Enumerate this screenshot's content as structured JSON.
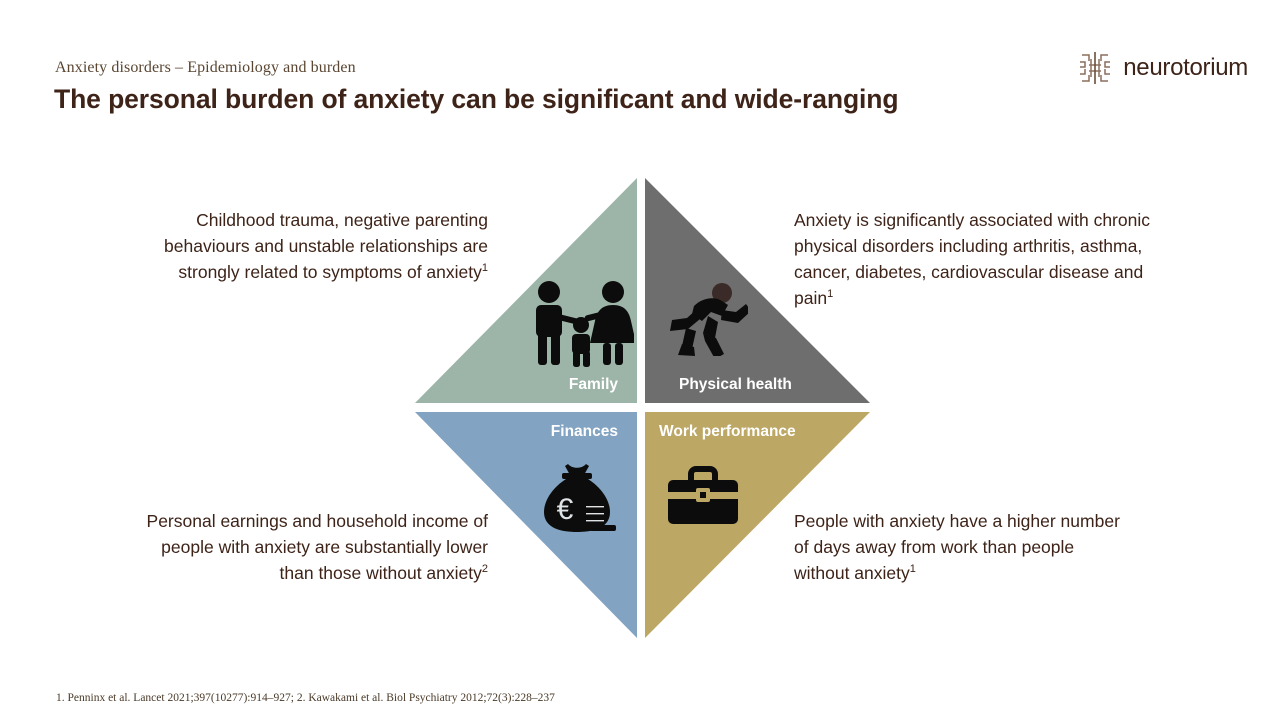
{
  "header": {
    "eyebrow": "Anxiety disorders – Epidemiology and burden",
    "title": "The personal burden of anxiety can be significant and wide-ranging"
  },
  "logo": {
    "text": "neurotorium",
    "mark_name": "neurotorium-maze-icon"
  },
  "diagram": {
    "quadrants": [
      {
        "id": "family",
        "label": "Family",
        "color": "#9cb5a8",
        "icon": "family-icon",
        "body": "Childhood trauma, negative parenting behaviours and unstable relationships are strongly related to symptoms of anxiety",
        "reference": "1"
      },
      {
        "id": "physical-health",
        "label": "Physical health",
        "color": "#6e6e6e",
        "icon": "running-person-icon",
        "body": "Anxiety is significantly associated with chronic physical disorders including arthritis, asthma, cancer, diabetes, cardiovascular disease and pain",
        "reference": "1"
      },
      {
        "id": "finances",
        "label": "Finances",
        "color": "#82a3c1",
        "icon": "money-bag-icon",
        "body": "Personal earnings and household income of people with anxiety are substantially lower than those without anxiety",
        "reference": "2"
      },
      {
        "id": "work-performance",
        "label": "Work performance",
        "color": "#bda765",
        "icon": "briefcase-icon",
        "body": "People with anxiety have a higher number of days away from work than people without anxiety",
        "reference": "1"
      }
    ]
  },
  "footnote": "1. Penninx et al. Lancet 2021;397(10277):914–927; 2. Kawakami et al. Biol Psychiatry 2012;72(3):228–237",
  "colors": {
    "text": "#3d2318",
    "eyebrow": "#5a4632",
    "label_text": "#ffffff",
    "background": "#ffffff"
  }
}
